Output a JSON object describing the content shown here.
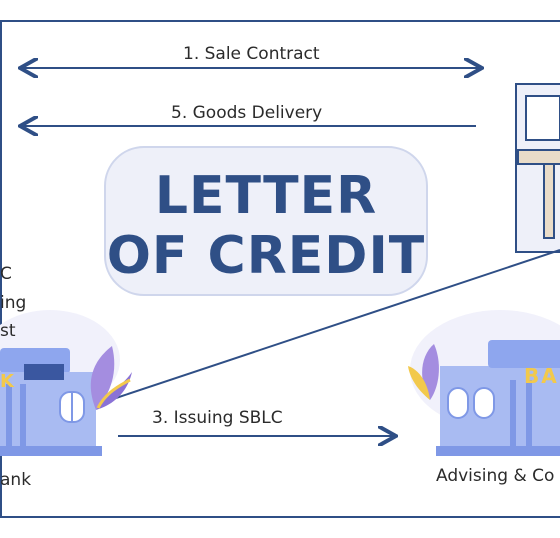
{
  "arrows": {
    "sale_contract": "1. Sale Contract",
    "goods_delivery": "5. Goods Delivery",
    "issuing_sblc": "3. Issuing SBLC"
  },
  "title": {
    "line1": "LETTER",
    "line2": "OF CREDIT"
  },
  "left_fragments": {
    "l1": "C",
    "l2": "ing",
    "l3": "st",
    "bank_sign": "K",
    "bank_label": "ank"
  },
  "right": {
    "bank_sign": "BA",
    "bank_label": "Advising & Co"
  },
  "colors": {
    "primary": "#2f4f86",
    "building": "#7f98e6",
    "building_light": "#a9bbf2",
    "accent": "#f2c94c",
    "leaf": "#a48de0"
  }
}
